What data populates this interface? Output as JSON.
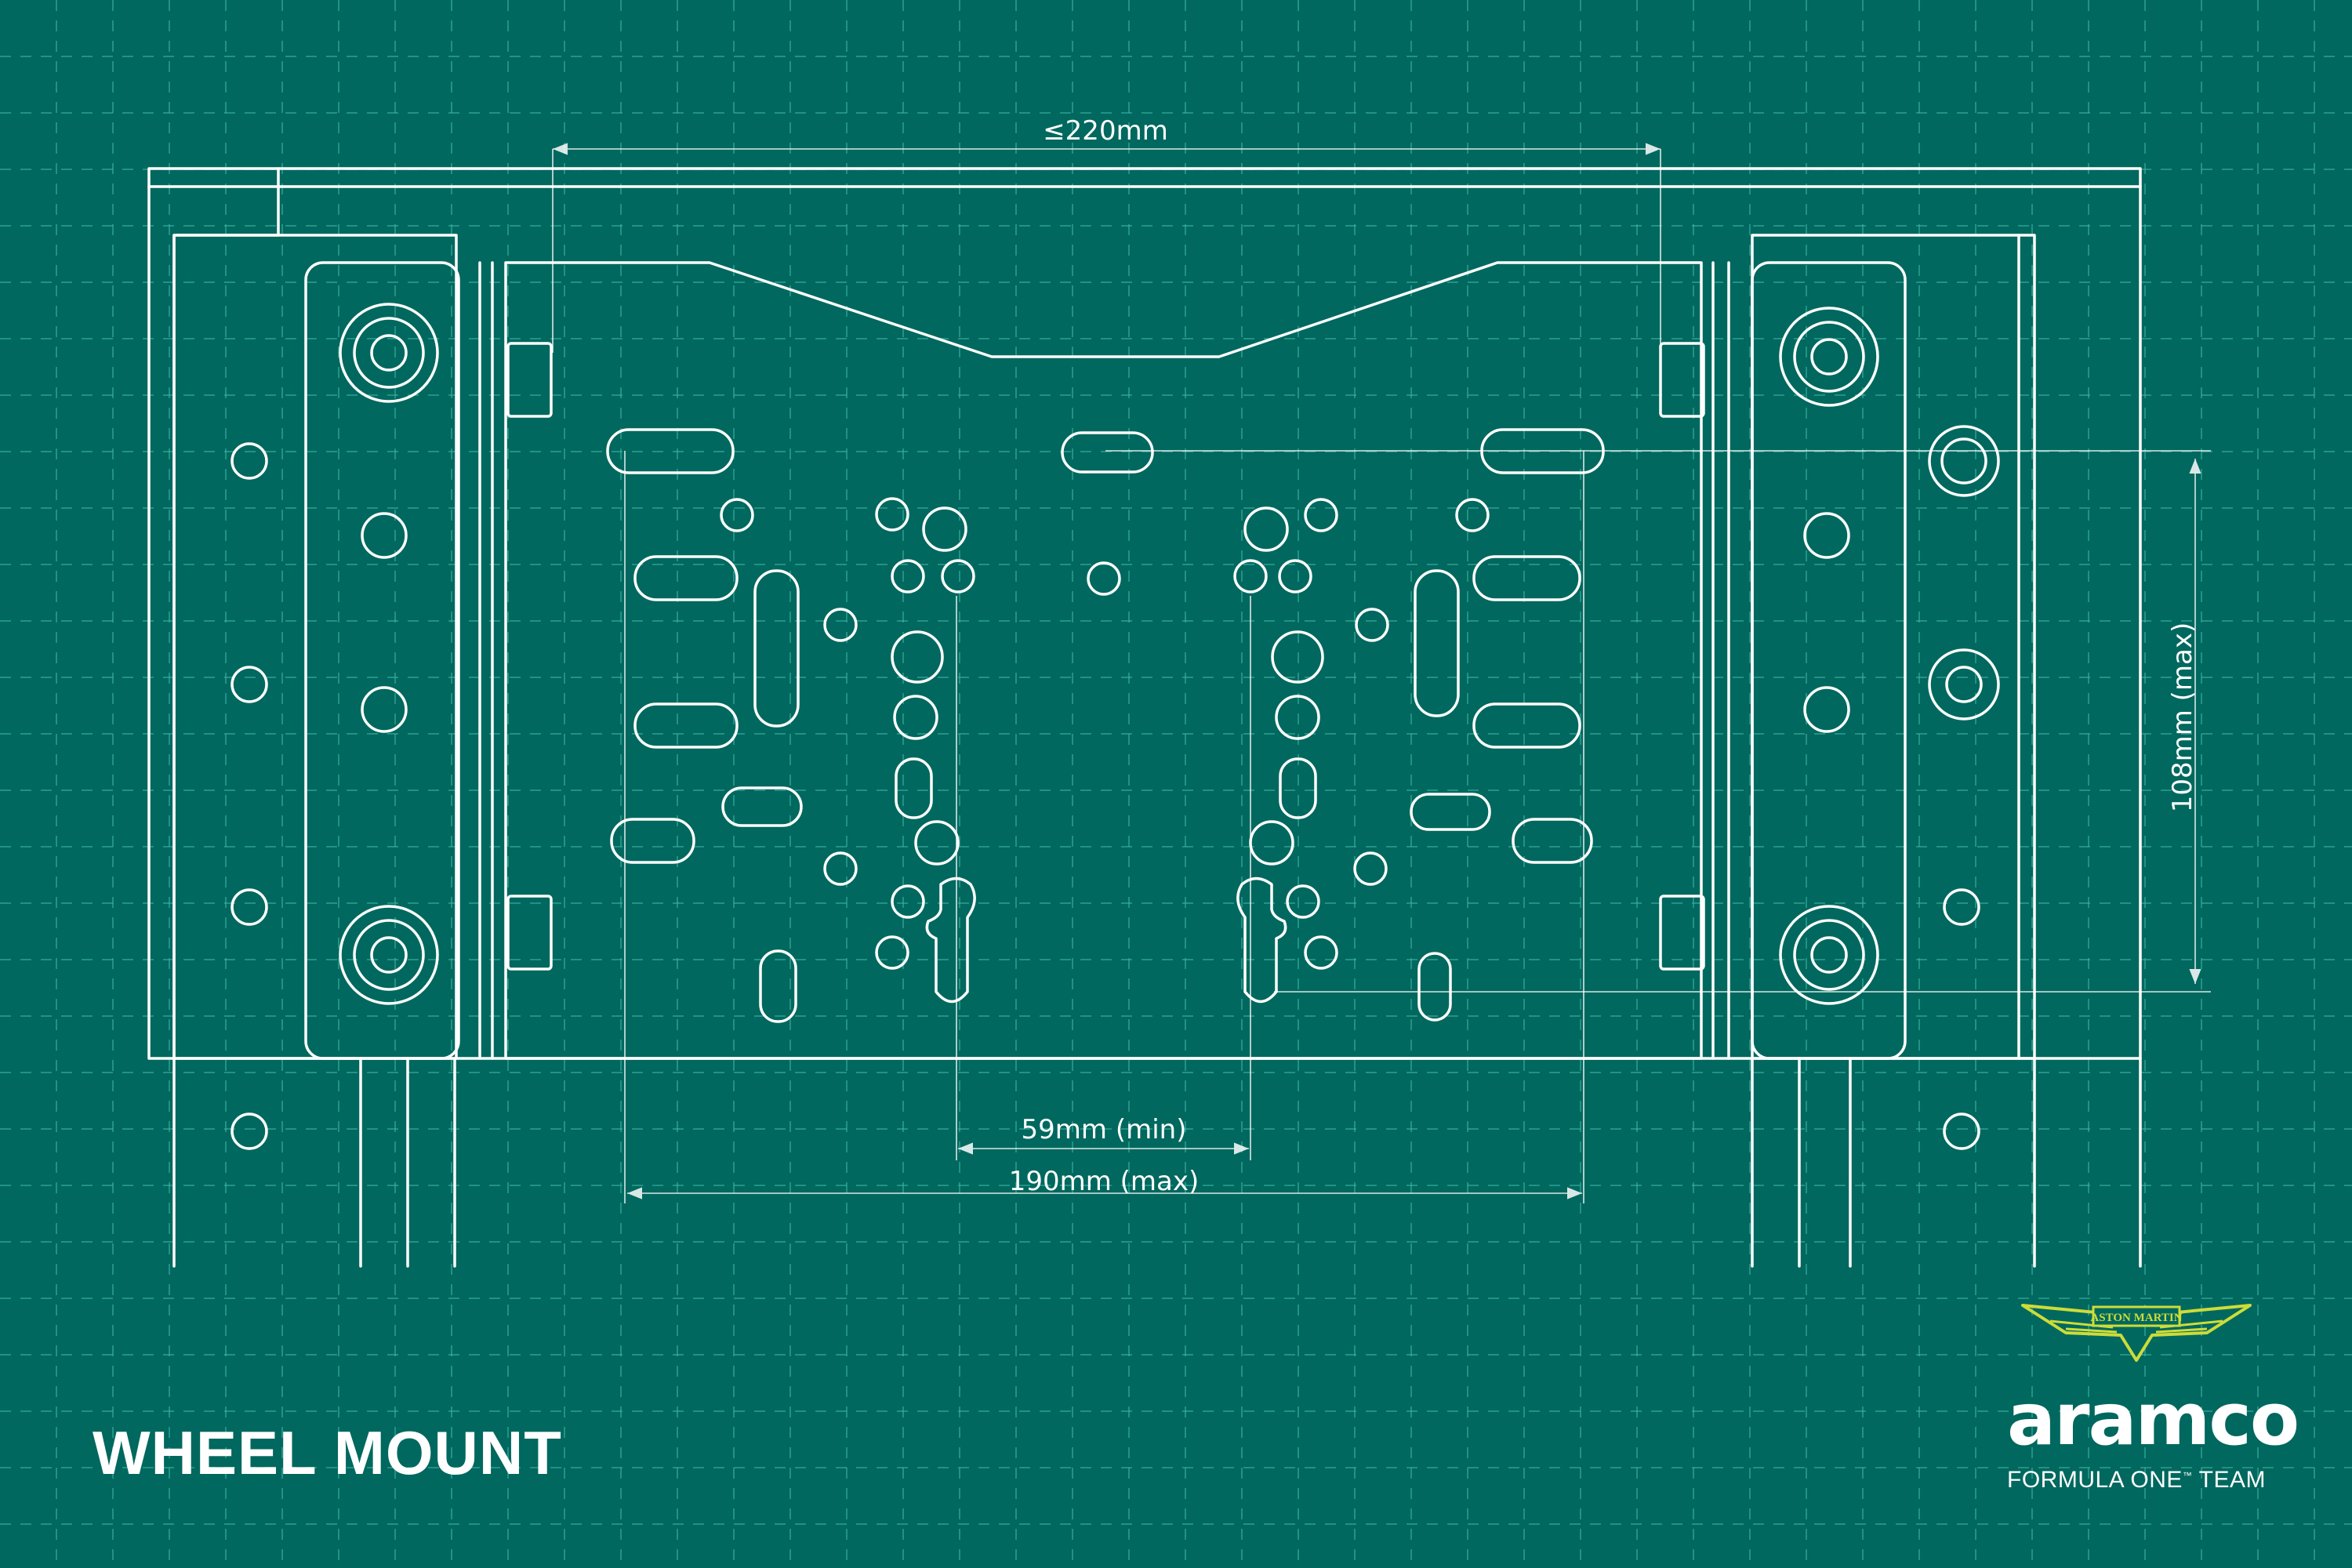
{
  "title": "WHEEL MOUNT",
  "dimensions": {
    "width_max_top": "≤220mm",
    "hole_spacing_vertical": "108mm (max)",
    "hole_spacing_min": "59mm (min)",
    "hole_spacing_max": "190mm (max)"
  },
  "brand": {
    "logo_text": "ASTON MARTIN",
    "wordmark": "aramco",
    "team": "FORMULA ONE",
    "trademark": "™",
    "team_suffix": "TEAM"
  },
  "colors": {
    "background": "#00685e",
    "grid": "#3fb6a8",
    "linework": "#ffffff",
    "logo_accent": "#cddc39"
  },
  "icons": [
    "aston-martin-wings-icon"
  ]
}
